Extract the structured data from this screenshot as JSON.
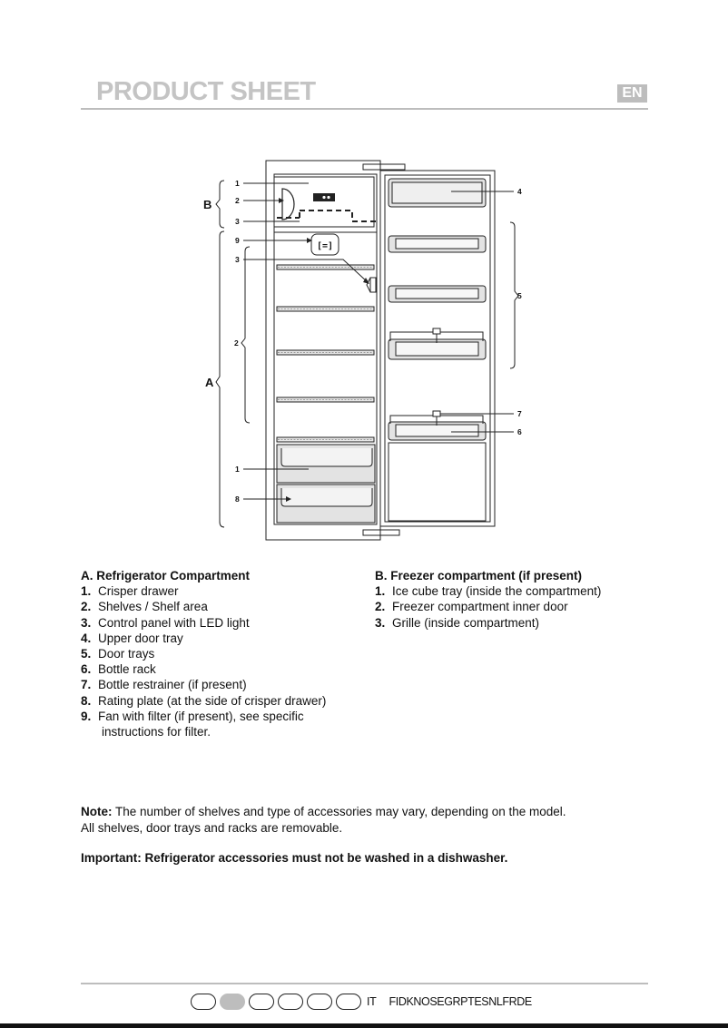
{
  "header": {
    "title": "PRODUCT SHEET",
    "lang_badge": "EN"
  },
  "diagram": {
    "section_labels": {
      "b": "B",
      "a": "A"
    },
    "callouts": {
      "b1": "1",
      "b2": "2",
      "b3": "3",
      "a9": "9",
      "a3": "3",
      "a2": "2",
      "a1": "1",
      "a8": "8",
      "d4": "4",
      "d5": "5",
      "d7": "7",
      "d6": "6"
    }
  },
  "fridge": {
    "heading": "A. Refrigerator Compartment",
    "items": [
      {
        "num": "1.",
        "text": "Crisper drawer"
      },
      {
        "num": "2.",
        "text": "Shelves / Shelf area"
      },
      {
        "num": "3.",
        "text": "Control panel with LED light"
      },
      {
        "num": "4.",
        "text": "Upper door tray"
      },
      {
        "num": "5.",
        "text": "Door trays"
      },
      {
        "num": "6.",
        "text": "Bottle rack"
      },
      {
        "num": "7.",
        "text": "Bottle restrainer (if present)"
      },
      {
        "num": "8.",
        "text": "Rating plate (at the side of crisper drawer)"
      },
      {
        "num": "9.",
        "text": "Fan with filter (if present), see specific"
      }
    ],
    "item9_cont": "instructions for filter."
  },
  "freezer": {
    "heading": "B. Freezer compartment (if present)",
    "items": [
      {
        "num": "1.",
        "text": "Ice cube tray (inside the compartment)"
      },
      {
        "num": "2.",
        "text": "Freezer compartment inner door"
      },
      {
        "num": "3.",
        "text": "Grille (inside compartment)"
      }
    ]
  },
  "note": {
    "label": "Note:",
    "line1": " The number of shelves and type of accessories may vary, depending on the model.",
    "line2": "All shelves, door trays and racks are removable."
  },
  "important": "Important: Refrigerator accessories must not be washed in a dishwasher.",
  "footer": {
    "lang_code": "IT",
    "lang_list": "FIDKNOSEGRPTESNLFRDE"
  }
}
